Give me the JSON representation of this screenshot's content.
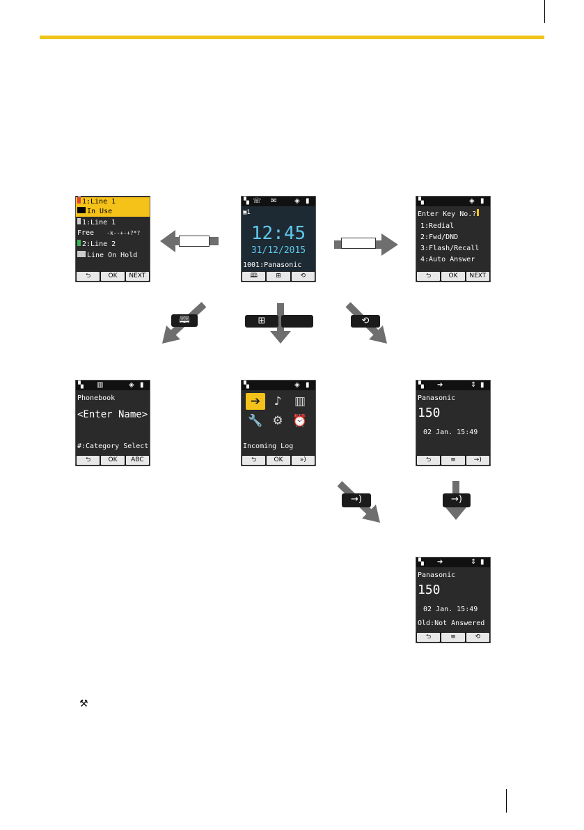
{
  "screens": {
    "line_status": {
      "rows": [
        "1:Line 1",
        "In Use",
        "1:Line 1",
        "Free",
        "2:Line 2",
        "Line On Hold"
      ],
      "free_glyphs": "-k--+-+?*?",
      "softkeys": [
        "⮌",
        "OK",
        "NEXT"
      ]
    },
    "standby": {
      "time": "12:45",
      "date": "31/12/2015",
      "extension": "1001:Panasonic",
      "softkeys": [
        "🕮",
        "⊞",
        "⟲"
      ]
    },
    "feature_key": {
      "prompt": "Enter Key No.?",
      "items": [
        "1:Redial",
        "2:Fwd/DND",
        "3:Flash/Recall",
        "4:Auto Answer"
      ],
      "softkeys": [
        "⮌",
        "OK",
        "NEXT"
      ]
    },
    "phonebook": {
      "title": "Phonebook",
      "field": "<Enter Name>",
      "hint": "#:Category Select",
      "softkeys": [
        "⮌",
        "OK",
        "ABC"
      ]
    },
    "menu": {
      "label": "Incoming Log",
      "softkeys": [
        "⮌",
        "OK",
        "»)"
      ]
    },
    "call_log": {
      "name": "Panasonic",
      "number": "150",
      "time": "02 Jan. 15:49",
      "softkeys": [
        "⮌",
        "≡",
        "→)"
      ]
    },
    "call_log_detail": {
      "name": "Panasonic",
      "number": "150",
      "time": "02 Jan. 15:49",
      "status": "Old:Not Answered",
      "softkeys": [
        "⮌",
        "≡",
        "⟲"
      ]
    }
  },
  "keys": {
    "phonebook_key": "🕮",
    "menu_key": "⊞",
    "call_log_key": "⟲",
    "incoming_key_a": "→)",
    "incoming_key_b": "→)"
  },
  "colors": {
    "accent": "#f0c419",
    "screen_bg": "#2a2a2a",
    "highlight": "#f5c21a",
    "time_color": "#5ec8ee",
    "arrow": "#6e6e6e"
  }
}
